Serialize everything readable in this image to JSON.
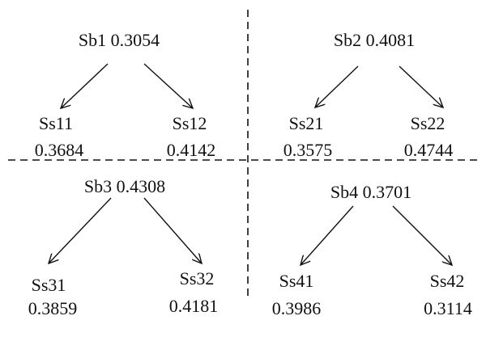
{
  "quadrants": [
    {
      "parent": {
        "name": "Sb1",
        "value": "0.3054"
      },
      "children": [
        {
          "name": "Ss11",
          "value": "0.3684"
        },
        {
          "name": "Ss12",
          "value": "0.4142"
        }
      ]
    },
    {
      "parent": {
        "name": "Sb2",
        "value": "0.4081"
      },
      "children": [
        {
          "name": "Ss21",
          "value": "0.3575"
        },
        {
          "name": "Ss22",
          "value": "0.4744"
        }
      ]
    },
    {
      "parent": {
        "name": "Sb3",
        "value": "0.4308"
      },
      "children": [
        {
          "name": "Ss31",
          "value": "0.3859"
        },
        {
          "name": "Ss32",
          "value": "0.4181"
        }
      ]
    },
    {
      "parent": {
        "name": "Sb4",
        "value": "0.3701"
      },
      "children": [
        {
          "name": "Ss41",
          "value": "0.3986"
        },
        {
          "name": "Ss42",
          "value": "0.3114"
        }
      ]
    }
  ]
}
